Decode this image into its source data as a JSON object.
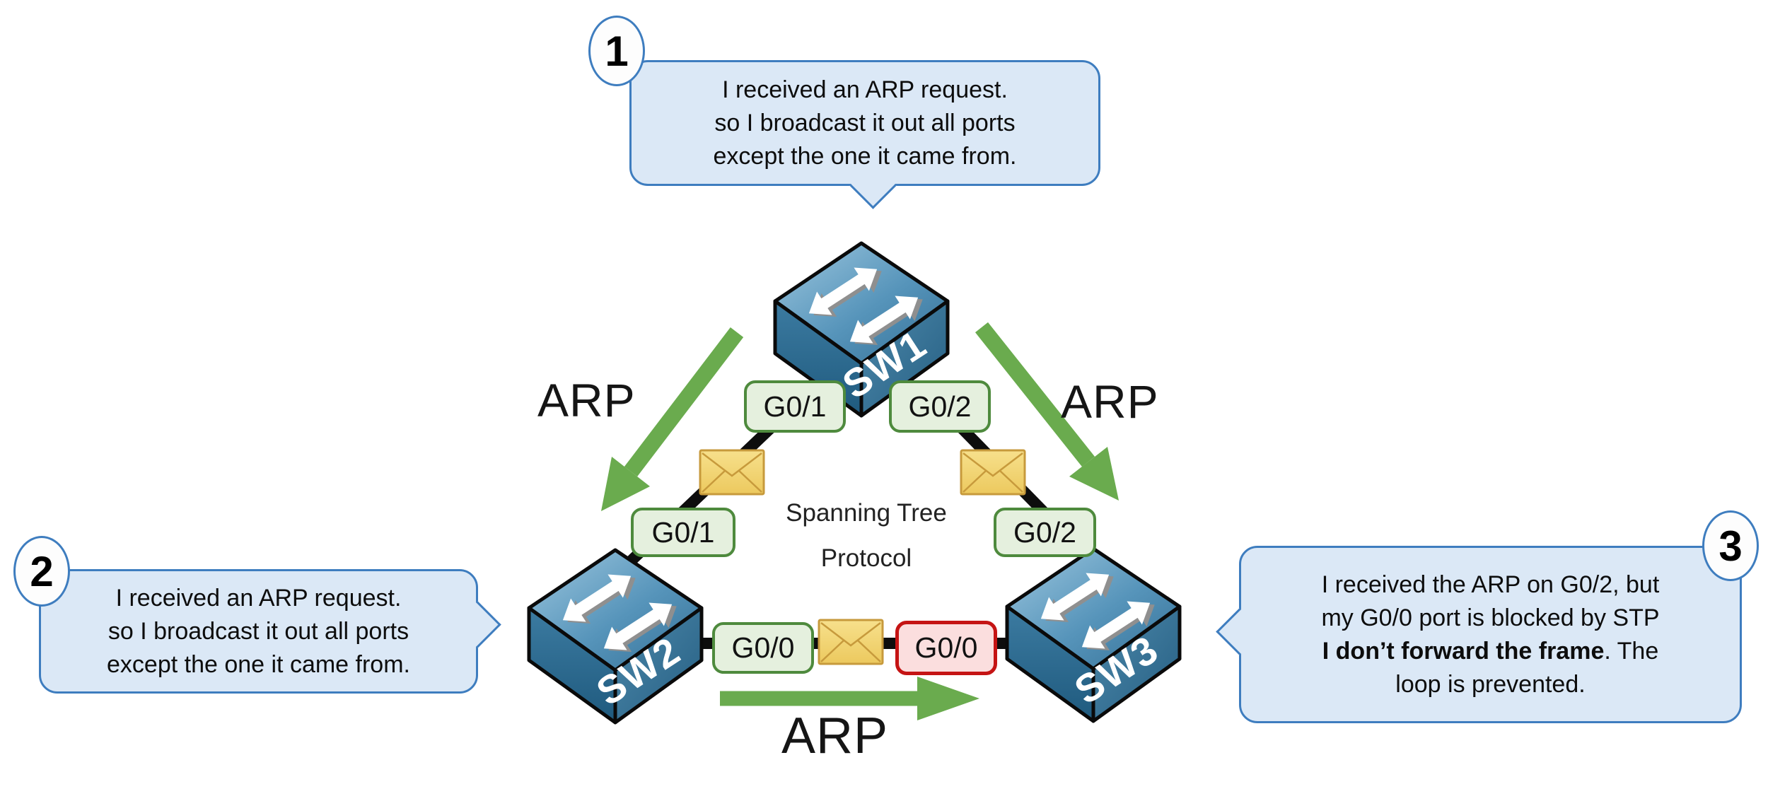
{
  "center_label": {
    "line1": "Spanning Tree",
    "line2": "Protocol"
  },
  "switches": [
    {
      "name": "SW1"
    },
    {
      "name": "SW2"
    },
    {
      "name": "SW3"
    }
  ],
  "ports": {
    "sw1_left": "G0/1",
    "sw1_right": "G0/2",
    "sw2_top": "G0/1",
    "sw3_top": "G0/2",
    "sw2_g00": "G0/0",
    "sw3_g00_blocked": "G0/0"
  },
  "arp_labels": {
    "left": "ARP",
    "right": "ARP",
    "bottom": "ARP"
  },
  "callouts": [
    {
      "number": "1",
      "lines": [
        "I received an ARP request.",
        "so I broadcast it out all ports",
        "except the one it came from."
      ]
    },
    {
      "number": "2",
      "lines": [
        "I received an ARP request.",
        "so I broadcast it out all ports",
        "except the one it came from."
      ]
    },
    {
      "number": "3",
      "line1": "I received the ARP on G0/2, but",
      "line2": "my G0/0 port is blocked by STP",
      "line3_bold": "I don’t forward the frame",
      "line3_rest": ". The",
      "line4": "loop is prevented."
    }
  ],
  "colors": {
    "callout_fill": "#dbe8f6",
    "callout_border": "#3e7dbf",
    "port_green_fill": "#e5f0de",
    "port_green_border": "#4e8a3d",
    "port_red_fill": "#fbdede",
    "port_red_border": "#c51414",
    "envelope_fill": "#f2d671",
    "envelope_border": "#c79a3c",
    "arrow_green": "#6aab4e",
    "link_black": "#0d0d0d",
    "switch_blue": "#3d7fa6"
  }
}
